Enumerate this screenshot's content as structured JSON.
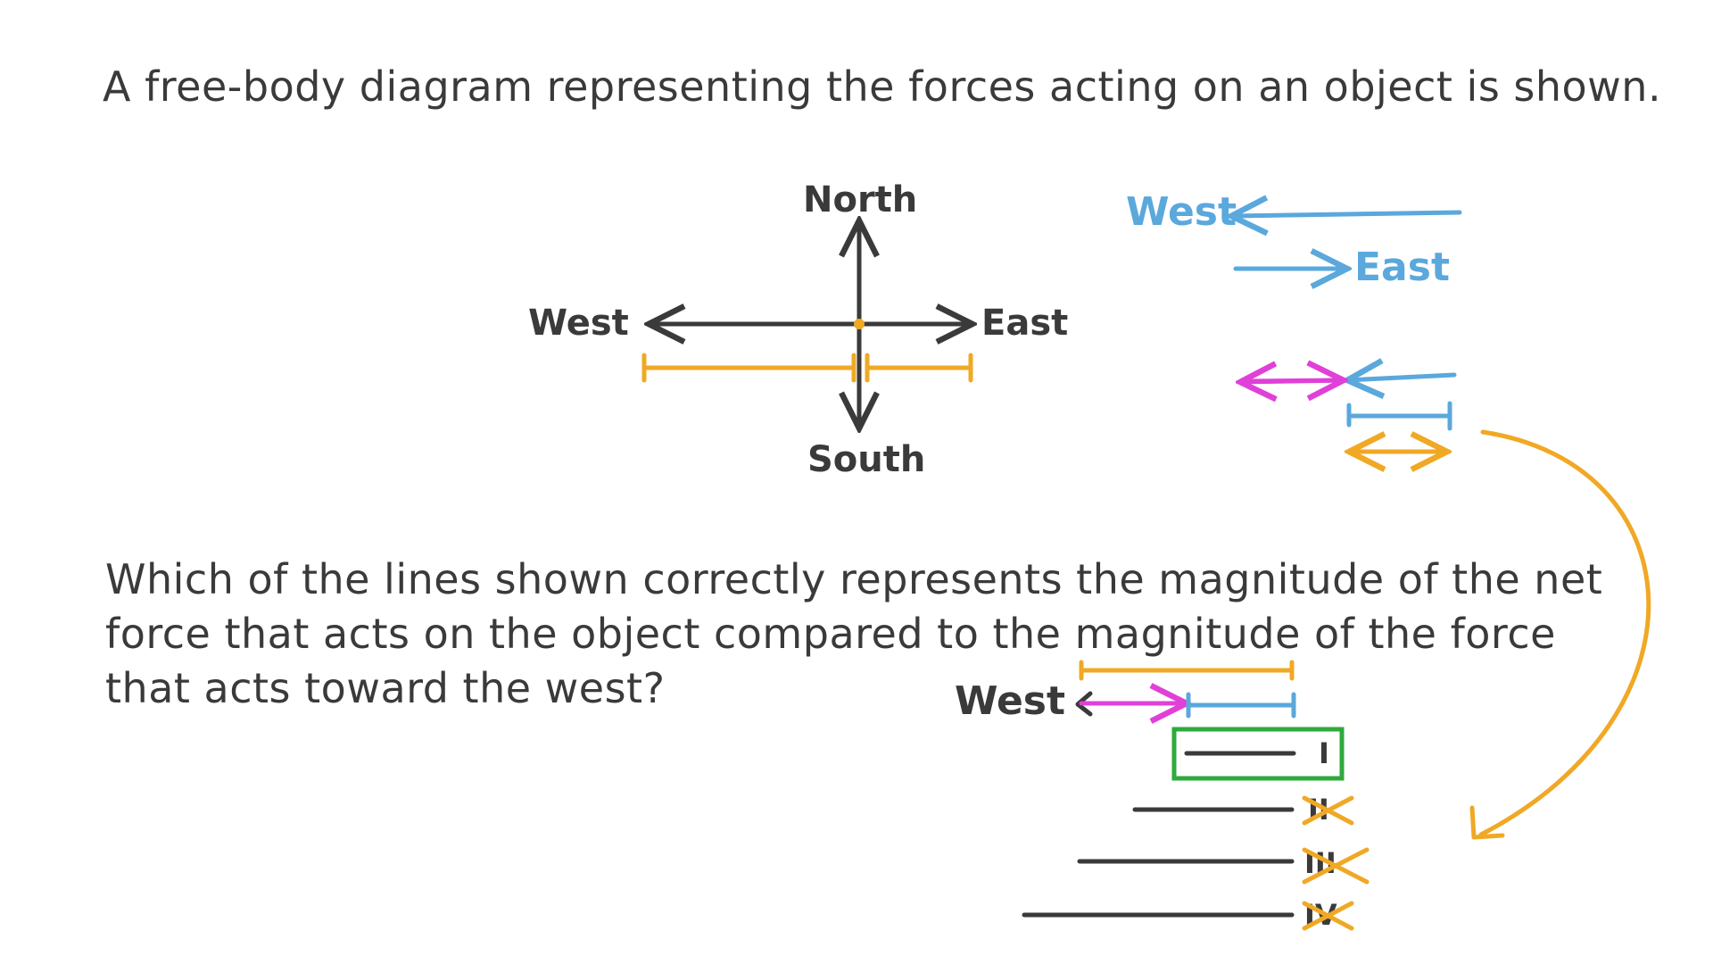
{
  "intro": "A free-body diagram representing the forces acting on an object is shown.",
  "question": [
    "Which of the lines shown correctly represents the magnitude of the net",
    "force that acts on the object compared to the magnitude of the force",
    "that acts toward the west?"
  ],
  "compass": {
    "north": "North",
    "south": "South",
    "east": "East",
    "west": "West"
  },
  "side_labels": {
    "west": "West",
    "east": "East",
    "west_bottom": "West"
  },
  "options": [
    {
      "numeral": "I",
      "status": "correct"
    },
    {
      "numeral": "II",
      "status": "crossed"
    },
    {
      "numeral": "III",
      "status": "crossed"
    },
    {
      "numeral": "IV",
      "status": "crossed"
    }
  ],
  "colors": {
    "ink": "#3a3a3a",
    "blue": "#5aa8dc",
    "orange": "#f0a825",
    "magenta": "#e040d8",
    "green": "#2eaa3c"
  }
}
